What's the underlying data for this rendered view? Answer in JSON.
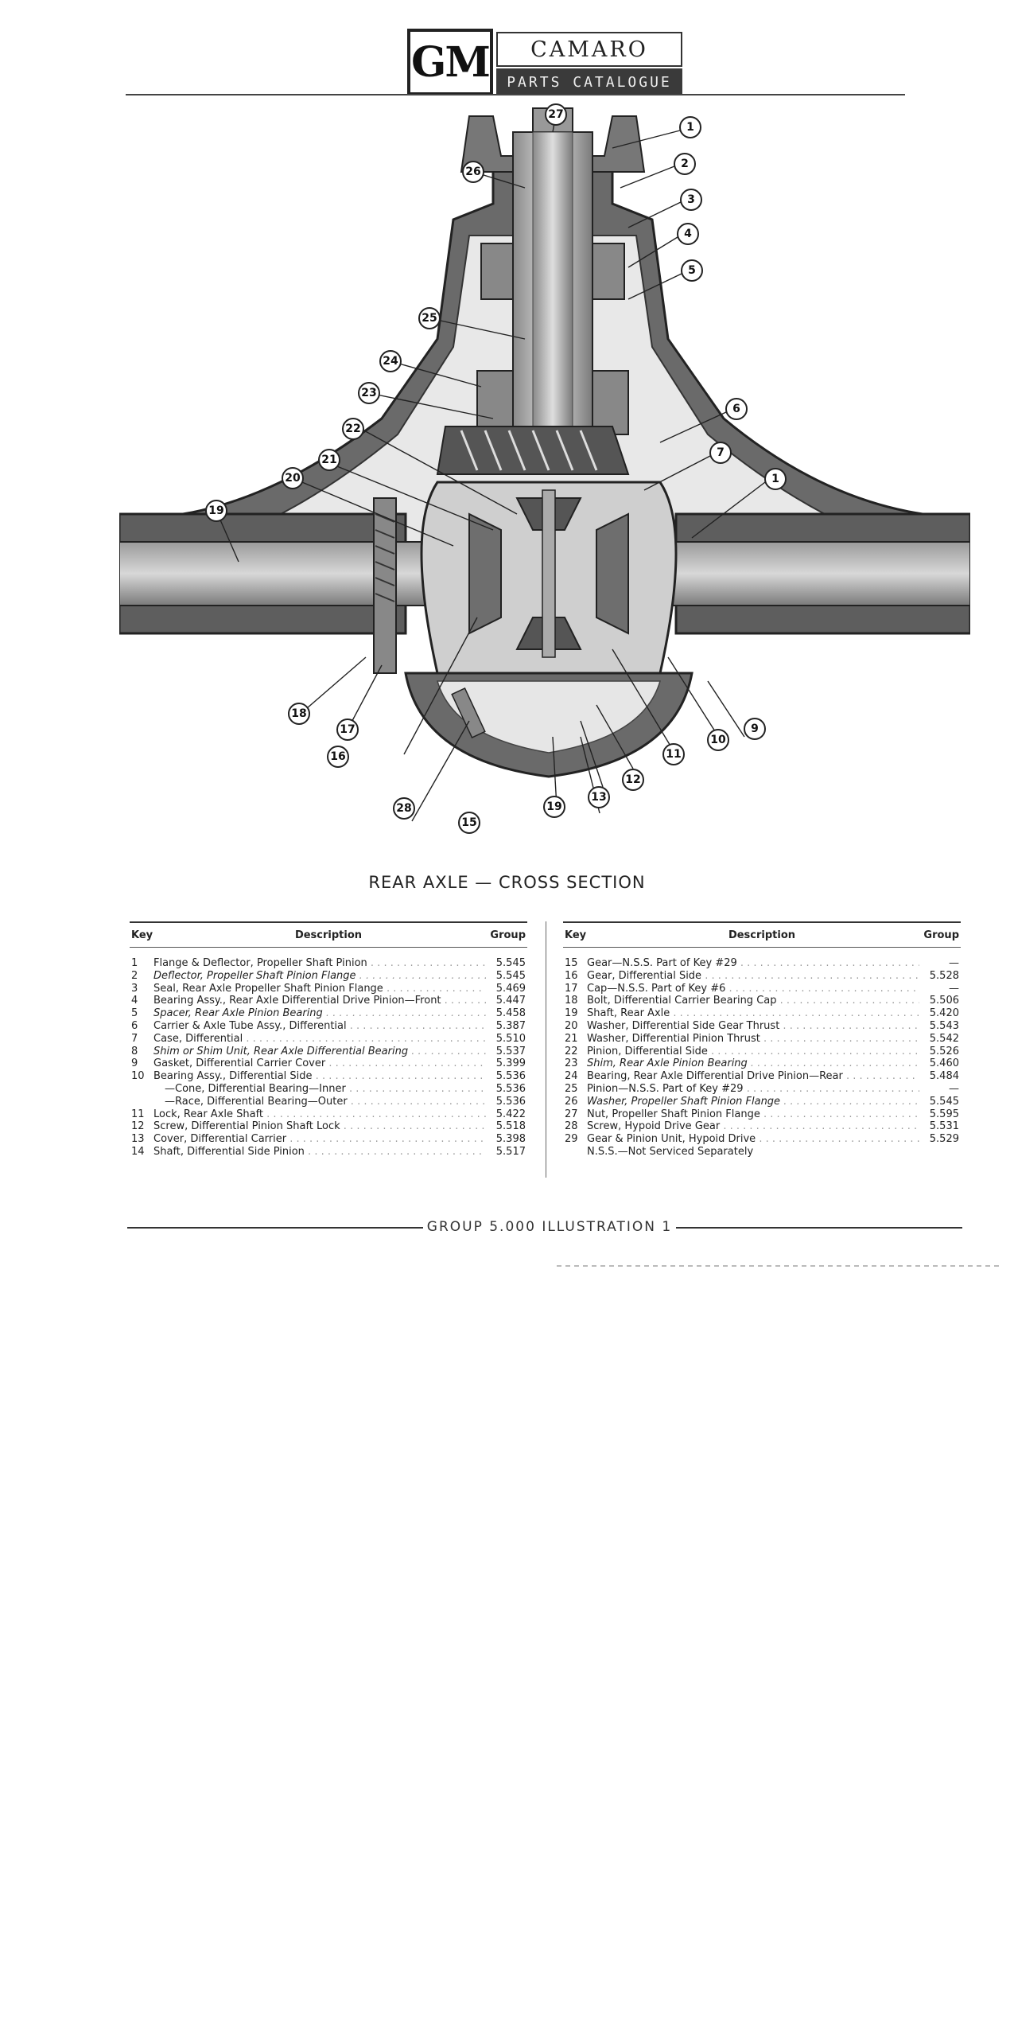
{
  "header": {
    "logo": "GM",
    "model": "CAMARO",
    "catalogue": "PARTS CATALOGUE"
  },
  "caption": "REAR AXLE — CROSS SECTION",
  "table_headers": {
    "key": "Key",
    "description": "Description",
    "group": "Group"
  },
  "callouts": [
    "1",
    "2",
    "3",
    "4",
    "5",
    "6",
    "7",
    "1",
    "9",
    "10",
    "11",
    "12",
    "13",
    "15",
    "16",
    "17",
    "18",
    "19",
    "20",
    "21",
    "22",
    "23",
    "24",
    "25",
    "26",
    "27",
    "28",
    "19"
  ],
  "parts_left": [
    {
      "key": "1",
      "desc": "Flange & Deflector, Propeller Shaft Pinion",
      "group": "5.545"
    },
    {
      "key": "2",
      "desc": "Deflector, Propeller Shaft Pinion Flange",
      "group": "5.545"
    },
    {
      "key": "3",
      "desc": "Seal, Rear Axle Propeller Shaft Pinion Flange",
      "group": "5.469"
    },
    {
      "key": "4",
      "desc": "Bearing Assy., Rear Axle Differential Drive Pinion—Front",
      "group": "5.447"
    },
    {
      "key": "5",
      "desc": "Spacer, Rear Axle Pinion Bearing",
      "group": "5.458"
    },
    {
      "key": "6",
      "desc": "Carrier & Axle Tube Assy., Differential",
      "group": "5.387"
    },
    {
      "key": "7",
      "desc": "Case, Differential",
      "group": "5.510"
    },
    {
      "key": "8",
      "desc": "Shim or Shim Unit, Rear Axle Differential Bearing",
      "group": "5.537"
    },
    {
      "key": "9",
      "desc": "Gasket, Differential Carrier Cover",
      "group": "5.399"
    },
    {
      "key": "10",
      "desc": "Bearing Assy., Differential Side",
      "group": "5.536"
    },
    {
      "key": "",
      "desc": "—Cone, Differential Bearing—Inner",
      "group": "5.536"
    },
    {
      "key": "",
      "desc": "—Race, Differential Bearing—Outer",
      "group": "5.536"
    },
    {
      "key": "11",
      "desc": "Lock, Rear Axle Shaft",
      "group": "5.422"
    },
    {
      "key": "12",
      "desc": "Screw, Differential Pinion Shaft Lock",
      "group": "5.518"
    },
    {
      "key": "13",
      "desc": "Cover, Differential Carrier",
      "group": "5.398"
    },
    {
      "key": "14",
      "desc": "Shaft, Differential Side Pinion",
      "group": "5.517"
    }
  ],
  "parts_right": [
    {
      "key": "15",
      "desc": "Gear—N.S.S. Part of Key #29",
      "group": "—"
    },
    {
      "key": "16",
      "desc": "Gear, Differential Side",
      "group": "5.528"
    },
    {
      "key": "17",
      "desc": "Cap—N.S.S. Part of Key #6",
      "group": "—"
    },
    {
      "key": "18",
      "desc": "Bolt, Differential Carrier Bearing Cap",
      "group": "5.506"
    },
    {
      "key": "19",
      "desc": "Shaft, Rear Axle",
      "group": "5.420"
    },
    {
      "key": "20",
      "desc": "Washer, Differential Side Gear Thrust",
      "group": "5.543"
    },
    {
      "key": "21",
      "desc": "Washer, Differential Pinion Thrust",
      "group": "5.542"
    },
    {
      "key": "22",
      "desc": "Pinion, Differential Side",
      "group": "5.526"
    },
    {
      "key": "23",
      "desc": "Shim, Rear Axle Pinion Bearing",
      "group": "5.460"
    },
    {
      "key": "24",
      "desc": "Bearing, Rear Axle Differential Drive Pinion—Rear",
      "group": "5.484"
    },
    {
      "key": "25",
      "desc": "Pinion—N.S.S. Part of Key #29",
      "group": "—"
    },
    {
      "key": "26",
      "desc": "Washer, Propeller Shaft Pinion Flange",
      "group": "5.545"
    },
    {
      "key": "27",
      "desc": "Nut, Propeller Shaft Pinion Flange",
      "group": "5.595"
    },
    {
      "key": "28",
      "desc": "Screw, Hypoid Drive Gear",
      "group": "5.531"
    },
    {
      "key": "29",
      "desc": "Gear & Pinion Unit, Hypoid Drive",
      "group": "5.529"
    },
    {
      "key": "",
      "desc": "N.S.S.—Not Serviced Separately",
      "group": ""
    }
  ],
  "footer": "GROUP 5.000 ILLUSTRATION 1"
}
